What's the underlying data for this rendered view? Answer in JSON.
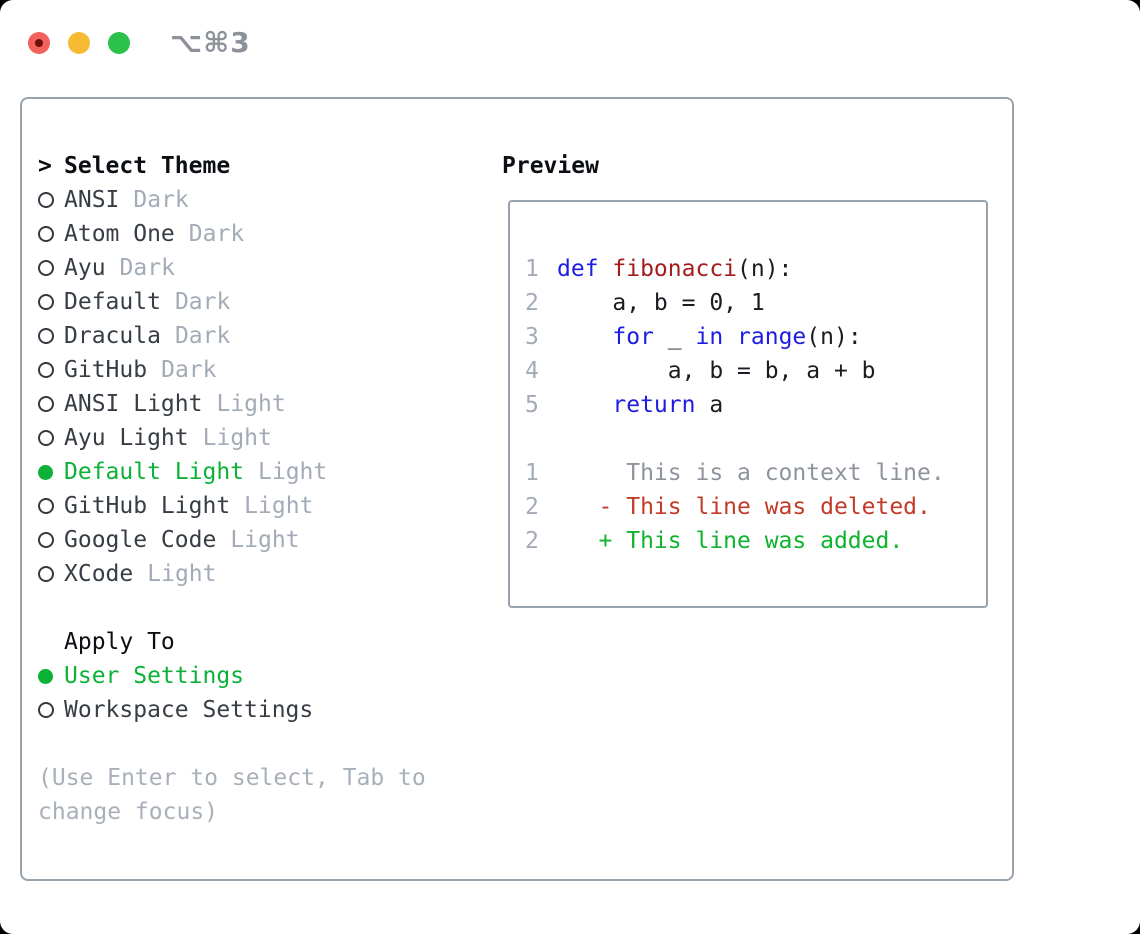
{
  "window": {
    "shortcut_label": "⌥⌘3"
  },
  "colors": {
    "accent_green": "#0cb238",
    "keyword_blue": "#1d1de0",
    "function_red": "#a31d1d",
    "deleted_red": "#c33a28",
    "added_green": "#0fb32d",
    "context_gray": "#8e949d",
    "muted_gray": "#a2abb7",
    "border_gray": "#99a3ad",
    "traffic_red": "#f2615b",
    "traffic_yellow": "#f7ba33",
    "traffic_green": "#2cc14b"
  },
  "theme_picker": {
    "header": {
      "prompt": ">",
      "title": "Select Theme"
    },
    "items": [
      {
        "label": "ANSI",
        "badge": "Dark",
        "selected": false
      },
      {
        "label": "Atom One",
        "badge": "Dark",
        "selected": false
      },
      {
        "label": "Ayu",
        "badge": "Dark",
        "selected": false
      },
      {
        "label": "Default",
        "badge": "Dark",
        "selected": false
      },
      {
        "label": "Dracula",
        "badge": "Dark",
        "selected": false
      },
      {
        "label": "GitHub",
        "badge": "Dark",
        "selected": false
      },
      {
        "label": "ANSI Light",
        "badge": "Light",
        "selected": false
      },
      {
        "label": "Ayu Light",
        "badge": "Light",
        "selected": false
      },
      {
        "label": "Default Light",
        "badge": "Light",
        "selected": true
      },
      {
        "label": "GitHub Light",
        "badge": "Light",
        "selected": false
      },
      {
        "label": "Google Code",
        "badge": "Light",
        "selected": false
      },
      {
        "label": "XCode",
        "badge": "Light",
        "selected": false
      }
    ],
    "apply_to": {
      "title": "Apply To",
      "options": [
        {
          "label": "User Settings",
          "selected": true
        },
        {
          "label": "Workspace Settings",
          "selected": false
        }
      ]
    },
    "hint": "(Use Enter to select, Tab to change focus)"
  },
  "preview": {
    "title": "Preview",
    "code_lines": [
      {
        "number": "1",
        "segments": [
          {
            "t": "def ",
            "c": "kw"
          },
          {
            "t": "fibonacci",
            "c": "fn"
          },
          {
            "t": "(n):",
            "c": "pl"
          }
        ]
      },
      {
        "number": "2",
        "segments": [
          {
            "t": "    a, b = 0, 1",
            "c": "pl"
          }
        ]
      },
      {
        "number": "3",
        "segments": [
          {
            "t": "    ",
            "c": "pl"
          },
          {
            "t": "for",
            "c": "kw"
          },
          {
            "t": " _ ",
            "c": "pl"
          },
          {
            "t": "in",
            "c": "kw"
          },
          {
            "t": " ",
            "c": "pl"
          },
          {
            "t": "range",
            "c": "kw"
          },
          {
            "t": "(n):",
            "c": "pl"
          }
        ]
      },
      {
        "number": "4",
        "segments": [
          {
            "t": "        a, b = b, a + b",
            "c": "pl"
          }
        ]
      },
      {
        "number": "5",
        "segments": [
          {
            "t": "    ",
            "c": "pl"
          },
          {
            "t": "return",
            "c": "kw"
          },
          {
            "t": " a",
            "c": "pl"
          }
        ]
      }
    ],
    "diff_lines": [
      {
        "number": "1",
        "text": "     This is a context line.",
        "type": "context"
      },
      {
        "number": "2",
        "text": "   - This line was deleted.",
        "type": "deleted"
      },
      {
        "number": "2",
        "text": "   + This line was added.",
        "type": "added"
      }
    ]
  }
}
